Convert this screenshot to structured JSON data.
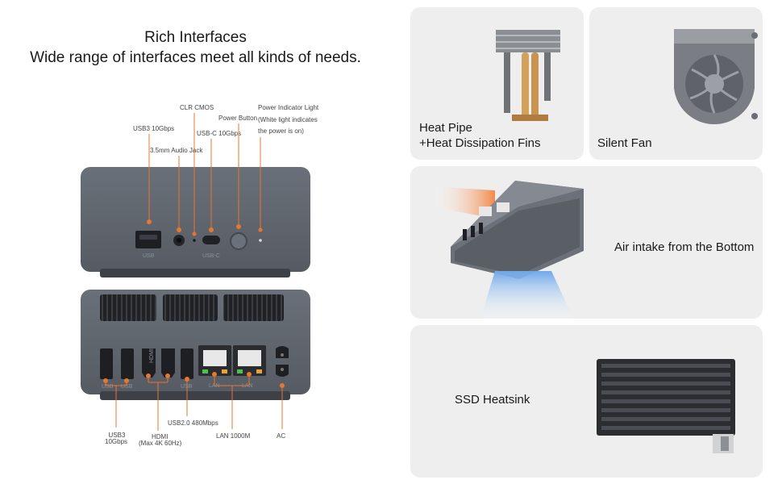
{
  "header": {
    "title": "Rich Interfaces",
    "subtitle": "Wide range of interfaces meet all kinds of needs."
  },
  "front_labels": {
    "usb3": "USB3 10Gbps",
    "audio": "3.5mm Audio Jack",
    "clr": "CLR CMOS",
    "usbc": "USB-C 10Gbps",
    "power": "Power Button",
    "indicator_1": "Power Indicator Light",
    "indicator_2": "(White light indicates",
    "indicator_3": "the power is on)"
  },
  "front_engraved": {
    "usb": "USB",
    "usbc": "USB-C"
  },
  "back_engraved": {
    "usb_a": "USB",
    "usb_b": "USB",
    "usb_c": "USB",
    "hdmi": "HDMI",
    "lan_a": "LAN",
    "lan_b": "LAN"
  },
  "back_labels": {
    "usb3_1": "USB3",
    "usb3_2": "10Gbps",
    "hdmi_1": "HDMI",
    "hdmi_2": "(Max 4K 60Hz)",
    "usb2": "USB2.0 480Mbps",
    "lan": "LAN 1000M",
    "ac": "AC"
  },
  "features": {
    "heat_pipe_1": "Heat Pipe",
    "heat_pipe_2": "+Heat Dissipation Fins",
    "fan": "Silent Fan",
    "air": "Air intake from the Bottom",
    "ssd": "SSD Heatsink"
  },
  "colors": {
    "accent": "#e8772e",
    "body": "#5c626b",
    "card": "#eeeeee"
  }
}
